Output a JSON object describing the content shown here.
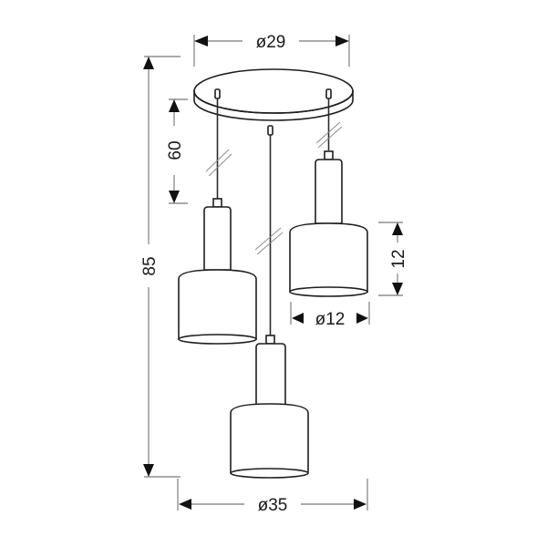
{
  "diagram": {
    "subject": "Triple pendant lamp on round ceiling plate",
    "colors": {
      "line": "#1e1e1e",
      "dimension_line": "#555555",
      "background": "#ffffff"
    },
    "dimensions": {
      "ceiling_plate_diameter": {
        "label": "ø29",
        "value": 29,
        "unit": "cm"
      },
      "cable_length": {
        "label": "60",
        "value": 60,
        "unit": "cm"
      },
      "total_height": {
        "label": "85",
        "value": 85,
        "unit": "cm"
      },
      "shade_height": {
        "label": "12",
        "value": 12,
        "unit": "cm"
      },
      "shade_diameter": {
        "label": "ø12",
        "value": 12,
        "unit": "cm"
      },
      "total_width": {
        "label": "ø35",
        "value": 35,
        "unit": "cm"
      }
    },
    "components": [
      {
        "name": "ceiling-plate"
      },
      {
        "name": "pendant-left"
      },
      {
        "name": "pendant-center"
      },
      {
        "name": "pendant-right"
      }
    ]
  }
}
